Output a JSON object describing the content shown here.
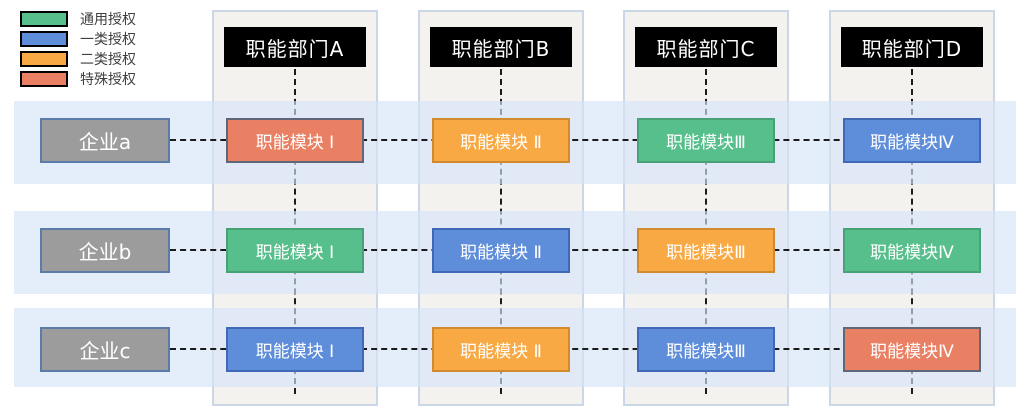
{
  "diagram": {
    "title": "enterprise-department-authorization-matrix",
    "legend": {
      "items": [
        {
          "label": "通用授权",
          "type": "general",
          "color": "#57BF8B"
        },
        {
          "label": "一类授权",
          "type": "class1",
          "color": "#5E8DD9"
        },
        {
          "label": "二类授权",
          "type": "class2",
          "color": "#F8A943"
        },
        {
          "label": "特殊授权",
          "type": "special",
          "color": "#E98064"
        }
      ]
    },
    "departments": [
      {
        "label": "职能部门A"
      },
      {
        "label": "职能部门B"
      },
      {
        "label": "职能部门C"
      },
      {
        "label": "职能部门D"
      }
    ],
    "enterprises": [
      {
        "label": "企业a"
      },
      {
        "label": "企业b"
      },
      {
        "label": "企业c"
      }
    ],
    "matrix": [
      {
        "enterprise": "企业a",
        "cells": [
          {
            "label": "职能模块 Ⅰ",
            "type": "special"
          },
          {
            "label": "职能模块 Ⅱ",
            "type": "class2"
          },
          {
            "label": "职能模块Ⅲ",
            "type": "general"
          },
          {
            "label": "职能模块Ⅳ",
            "type": "class1"
          }
        ]
      },
      {
        "enterprise": "企业b",
        "cells": [
          {
            "label": "职能模块 Ⅰ",
            "type": "general"
          },
          {
            "label": "职能模块 Ⅱ",
            "type": "class1"
          },
          {
            "label": "职能模块Ⅲ",
            "type": "class2"
          },
          {
            "label": "职能模块Ⅳ",
            "type": "general"
          }
        ]
      },
      {
        "enterprise": "企业c",
        "cells": [
          {
            "label": "职能模块 Ⅰ",
            "type": "class1"
          },
          {
            "label": "职能模块 Ⅱ",
            "type": "class2"
          },
          {
            "label": "职能模块Ⅲ",
            "type": "class1"
          },
          {
            "label": "职能模块Ⅳ",
            "type": "special"
          }
        ]
      }
    ],
    "connector_style": "dashed"
  }
}
